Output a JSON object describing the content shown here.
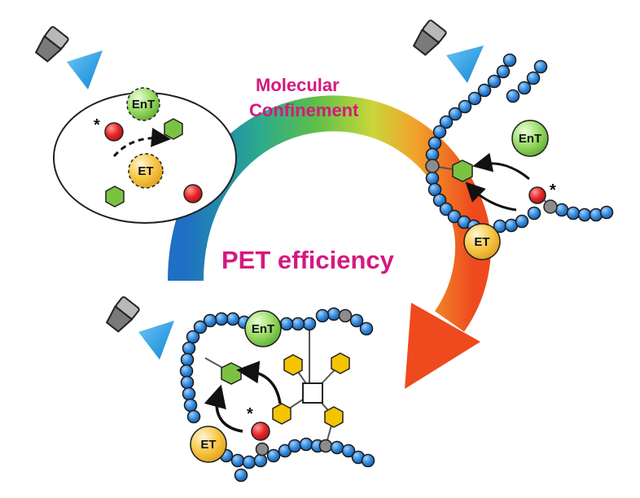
{
  "labels": {
    "top_title_line1": "Molecular",
    "top_title_line2": "Confinement",
    "center_title": "PET efficiency",
    "ent": "EnT",
    "et": "ET",
    "excited_mark": "*"
  },
  "colors": {
    "title": "#d4197e",
    "bead": "#2a7fd4",
    "link_bead": "#8c8c8c",
    "photocatalyst": "#e0141e",
    "substrate": "#7cc242",
    "ent_badge": "#8ed15a",
    "et_badge": "#f6bf38",
    "linker_hex": "#f5c400",
    "light_beam": "#1e9be0"
  },
  "icons": [
    "lamp-icon",
    "light-beam-icon",
    "gradient-arc-arrow-icon"
  ]
}
